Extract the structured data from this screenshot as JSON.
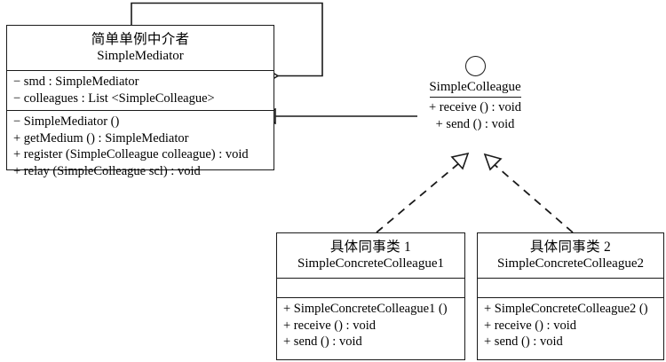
{
  "diagram": {
    "kind": "uml-class-diagram",
    "title": "Simple Singleton Mediator pattern",
    "colors": {
      "background": "#ffffff",
      "stroke": "#1a1a1a",
      "text": "#000000"
    }
  },
  "classes": {
    "mediator": {
      "name_cn": "简单单例中介者",
      "name_en": "SimpleMediator",
      "attributes": [
        "− smd : SimpleMediator",
        "− colleagues : List <SimpleColleague>"
      ],
      "operations": [
        "− SimpleMediator ()",
        "+ getMedium () : SimpleMediator",
        "+ register (SimpleColleague colleague) : void",
        "+ relay (SimpleColleague scl) : void"
      ]
    },
    "concrete1": {
      "name_cn": "具体同事类 1",
      "name_en": "SimpleConcreteColleague1",
      "attributes": [],
      "operations": [
        "+ SimpleConcreteColleague1 ()",
        "+ receive () : void",
        "+ send () : void"
      ]
    },
    "concrete2": {
      "name_cn": "具体同事类 2",
      "name_en": "SimpleConcreteColleague2",
      "attributes": [],
      "operations": [
        "+ SimpleConcreteColleague2 ()",
        "+ receive () : void",
        "+ send () : void"
      ]
    }
  },
  "interfaces": {
    "colleague": {
      "name_en": "SimpleColleague",
      "notation": "lollipop-circle",
      "operations": [
        "+ receive () : void",
        "+ send () : void"
      ]
    }
  },
  "relationships": [
    {
      "id": "self-aggregation",
      "type": "aggregation",
      "line": "solid",
      "end_marker": "hollow-diamond",
      "from": "mediator",
      "to": "mediator",
      "label": ""
    },
    {
      "id": "mediator-realizes-colleague",
      "type": "realization",
      "line": "solid",
      "end_marker": "hollow-triangle",
      "from": "colleague",
      "to": "mediator",
      "label": ""
    },
    {
      "id": "concrete1-realizes-colleague",
      "type": "realization",
      "line": "dashed",
      "end_marker": "hollow-triangle",
      "from": "concrete1",
      "to": "colleague",
      "label": ""
    },
    {
      "id": "concrete2-realizes-colleague",
      "type": "realization",
      "line": "dashed",
      "end_marker": "hollow-triangle",
      "from": "concrete2",
      "to": "colleague",
      "label": ""
    }
  ]
}
